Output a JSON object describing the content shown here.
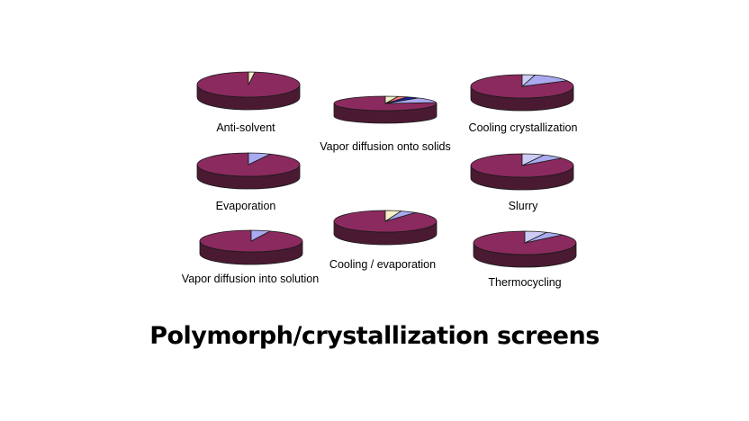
{
  "title": "Polymorph/crystallization screens",
  "colors": {
    "main": "#8b2a5e",
    "main_side": "#4a1a32",
    "periwinkle": "#aaaaf0",
    "lavender": "#ccccf5",
    "cream": "#f5f0c8",
    "pink": "#ff7f7f",
    "navy": "#1a1a9a",
    "outline": "#1a1a1a"
  },
  "chart_data": [
    {
      "id": "anti-solvent",
      "type": "pie",
      "label": "Anti-solvent",
      "slices": [
        {
          "value": 98,
          "color": "#8b2a5e"
        },
        {
          "value": 2,
          "color": "#f5f0c8"
        }
      ]
    },
    {
      "id": "vapor-diffusion-onto-solids",
      "type": "pie",
      "label": "Vapor diffusion onto solids",
      "slices": [
        {
          "value": 77,
          "color": "#8b2a5e"
        },
        {
          "value": 12,
          "color": "#aaaaf0"
        },
        {
          "value": 4,
          "color": "#1a1a9a"
        },
        {
          "value": 3,
          "color": "#ff7f7f"
        },
        {
          "value": 4,
          "color": "#f5f0c8"
        }
      ]
    },
    {
      "id": "cooling-crystallization",
      "type": "pie",
      "label": "Cooling crystallization",
      "slices": [
        {
          "value": 83,
          "color": "#8b2a5e"
        },
        {
          "value": 13,
          "color": "#aaaaf0"
        },
        {
          "value": 4,
          "color": "#ccccf5"
        }
      ]
    },
    {
      "id": "evaporation",
      "type": "pie",
      "label": "Evaporation",
      "slices": [
        {
          "value": 93,
          "color": "#8b2a5e"
        },
        {
          "value": 7,
          "color": "#aaaaf0"
        }
      ]
    },
    {
      "id": "slurry",
      "type": "pie",
      "label": "Slurry",
      "slices": [
        {
          "value": 86,
          "color": "#8b2a5e"
        },
        {
          "value": 7,
          "color": "#aaaaf0"
        },
        {
          "value": 7,
          "color": "#ccccf5"
        }
      ]
    },
    {
      "id": "cooling-evaporation",
      "type": "pie",
      "label": "Cooling / evaporation",
      "slices": [
        {
          "value": 90,
          "color": "#8b2a5e"
        },
        {
          "value": 5,
          "color": "#aaaaf0"
        },
        {
          "value": 5,
          "color": "#f5f0c8"
        }
      ]
    },
    {
      "id": "vapor-diffusion-into-solution",
      "type": "pie",
      "label": "Vapor diffusion into solution",
      "slices": [
        {
          "value": 94,
          "color": "#8b2a5e"
        },
        {
          "value": 6,
          "color": "#aaaaf0"
        }
      ]
    },
    {
      "id": "thermocycling",
      "type": "pie",
      "label": "Thermocycling",
      "slices": [
        {
          "value": 87,
          "color": "#8b2a5e"
        },
        {
          "value": 6,
          "color": "#aaaaf0"
        },
        {
          "value": 7,
          "color": "#ccccf5"
        }
      ]
    }
  ]
}
